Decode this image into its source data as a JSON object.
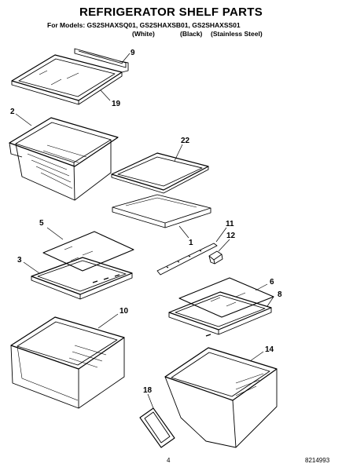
{
  "header": {
    "title": "REFRIGERATOR SHELF PARTS",
    "models_line": "For Models: GS2SHAXSQ01, GS2SHAXSB01, GS2SHAXSS01",
    "variants": [
      "(White)",
      "(Black)",
      "(Stainless Steel)"
    ]
  },
  "callouts": {
    "c9": "9",
    "c19": "19",
    "c2": "2",
    "c22": "22",
    "c5": "5",
    "c11": "11",
    "c12": "12",
    "c1": "1",
    "c3": "3",
    "c6": "6",
    "c8": "8",
    "c10": "10",
    "c14": "14",
    "c18": "18"
  },
  "footer": {
    "page_number": "4",
    "doc_number": "8214993"
  }
}
